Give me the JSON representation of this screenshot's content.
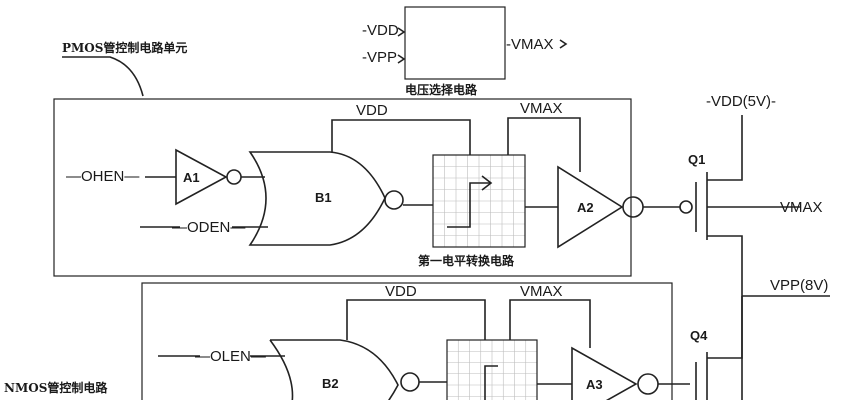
{
  "labels": {
    "pmos_unit": "PMOS管控制电路单元",
    "nmos_unit": "NMOS管控制电路",
    "voltage_select": "电压选择电路",
    "level_shift_1": "第一电平转换电路",
    "vdd_in": "-VDD",
    "vpp_in": "-VPP",
    "vmax_out": "-VMAX",
    "vdd_top1": "VDD",
    "vmax_top1": "VMAX",
    "vdd_top2": "VDD",
    "vmax_top2": "VMAX",
    "vdd_5v": "-VDD(5V)-",
    "vpp_8v": "VPP(8V)",
    "vmax_q1": "VMAX",
    "ohen": "—OHEN—",
    "oden": "—ODEN—",
    "olen": "—OLEN—",
    "a1": "A1",
    "a2": "A2",
    "a3": "A3",
    "b1": "B1",
    "b2": "B2",
    "q1": "Q1",
    "q4": "Q4"
  }
}
